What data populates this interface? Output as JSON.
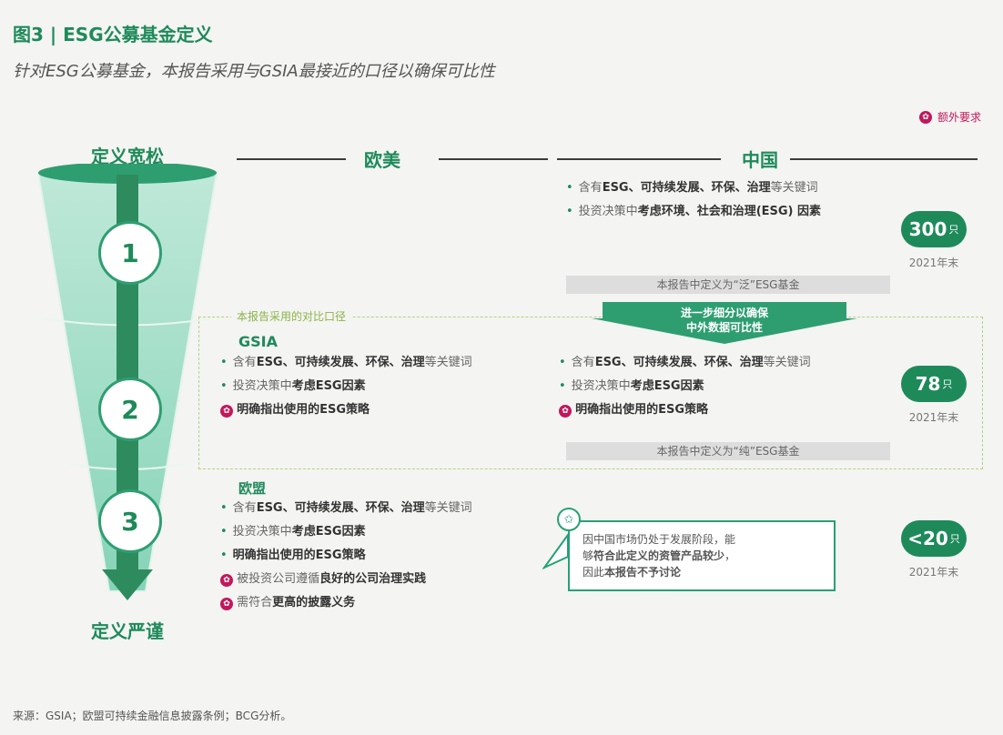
{
  "header": {
    "title": "图3 | ESG公募基金定义",
    "subtitle": "针对ESG公募基金，本报告采用与GSIA最接近的口径以确保可比性"
  },
  "legend": {
    "label": "额外要求",
    "color": "#c2185b"
  },
  "funnel": {
    "top_label": "定义宽松",
    "bottom_label": "定义严谨",
    "levels": [
      "1",
      "2",
      "3"
    ]
  },
  "regions": {
    "west": "欧美",
    "china": "中国"
  },
  "level1": {
    "china_bullets": [
      {
        "pre": "含有",
        "bold": "ESG、可持续发展、环保、治理",
        "post": "等关键词"
      },
      {
        "pre": "投资决策中",
        "bold": "考虑环境、社会和治理(ESG) 因素",
        "post": ""
      }
    ],
    "bar_label": "本报告中定义为“泛”ESG基金",
    "count_value": "300",
    "count_unit": "只",
    "year": "2021年末"
  },
  "level2": {
    "dashed_label": "本报告采用的对比口径",
    "arrow_text_line1": "进一步细分以确保",
    "arrow_text_line2": "中外数据可比性",
    "gsia_title": "GSIA",
    "gsia_bullets": [
      {
        "marker": "dot",
        "pre": "含有",
        "bold": "ESG、可持续发展、环保、治理",
        "post": "等关键词"
      },
      {
        "marker": "dot",
        "pre": "投资决策中",
        "bold": "考虑ESG因素",
        "post": ""
      },
      {
        "marker": "extra",
        "pre": "",
        "bold": "明确指出使用的ESG策略",
        "post": ""
      }
    ],
    "china_bullets": [
      {
        "marker": "dot",
        "pre": "含有",
        "bold": "ESG、可持续发展、环保、治理",
        "post": "等关键词"
      },
      {
        "marker": "dot",
        "pre": "投资决策中",
        "bold": "考虑ESG因素",
        "post": ""
      },
      {
        "marker": "extra",
        "pre": "",
        "bold": "明确指出使用的ESG策略",
        "post": ""
      }
    ],
    "bar_label": "本报告中定义为“纯”ESG基金",
    "count_value": "78",
    "count_unit": "只",
    "year": "2021年末"
  },
  "level3": {
    "eu_title": "欧盟",
    "eu_bullets": [
      {
        "marker": "dot",
        "pre": "含有",
        "bold": "ESG、可持续发展、环保、治理",
        "post": "等关键词"
      },
      {
        "marker": "dot",
        "pre": "投资决策中",
        "bold": "考虑ESG因素",
        "post": ""
      },
      {
        "marker": "dot",
        "pre": "",
        "bold": "明确指出使用的ESG策略",
        "post": ""
      },
      {
        "marker": "extra",
        "pre": "被投资公司遵循",
        "bold": "良好的公司治理实践",
        "post": ""
      },
      {
        "marker": "extra",
        "pre": "需符合",
        "bold": "更高的披露义务",
        "post": ""
      }
    ],
    "callout_line1": "因中国市场仍处于发展阶段，能",
    "callout_line2_pre": "够",
    "callout_line2_bold": "符合此定义的资管产品较少",
    "callout_line2_post": "，",
    "callout_line3_pre": "因此",
    "callout_line3_bold": "本报告不予讨论",
    "count_value": "<20",
    "count_unit": "只",
    "year": "2021年末"
  },
  "footer": {
    "source": "来源：GSIA；欧盟可持续金融信息披露条例；BCG分析。"
  }
}
